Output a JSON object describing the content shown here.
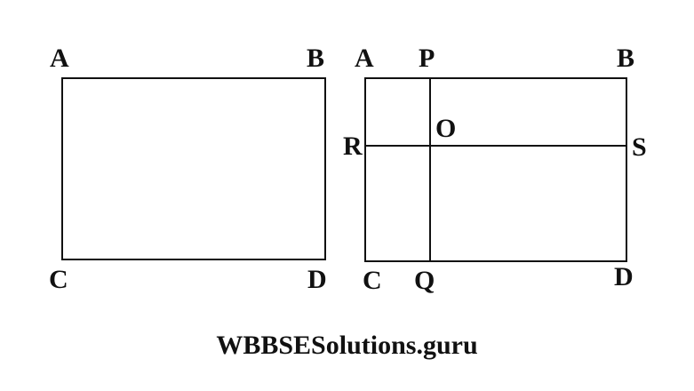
{
  "watermark": "WBBSESolutions.guru",
  "figure_left": {
    "description": "plain rectangle",
    "labels": {
      "top_left": "A",
      "top_right": "B",
      "bottom_left": "C",
      "bottom_right": "D"
    }
  },
  "figure_right": {
    "description": "rectangle with vertical segment PQ and horizontal segment RS intersecting at O",
    "labels": {
      "top_left": "A",
      "top_mid": "P",
      "top_right": "B",
      "left_mid": "R",
      "center": "O",
      "right_mid": "S",
      "bottom_left": "C",
      "bottom_mid": "Q",
      "bottom_right": "D"
    }
  },
  "colors": {
    "stroke": "#111111",
    "background": "#ffffff"
  }
}
